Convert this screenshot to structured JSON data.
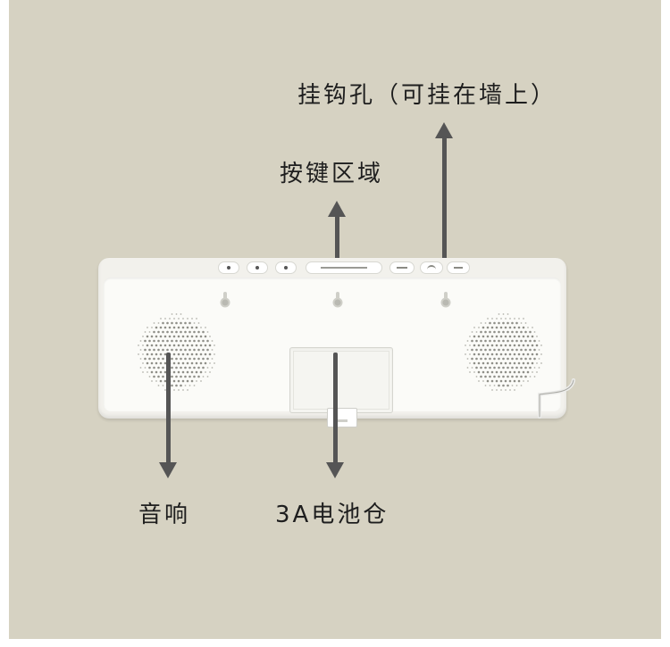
{
  "labels": {
    "hook_holes": "挂钩孔（可挂在墙上）",
    "button_area": "按键区域",
    "speaker": "音响",
    "battery": "3A电池仓"
  },
  "colors": {
    "background": "#d6d2c2",
    "device_body": "#f2f1ec",
    "arrow": "#555555",
    "text": "#1e1e1e"
  },
  "icons": {
    "arrow_up": "arrow-up-icon",
    "arrow_down": "arrow-down-icon",
    "speaker_grille": "speaker-grille-icon",
    "keyhole": "keyhole-icon"
  }
}
